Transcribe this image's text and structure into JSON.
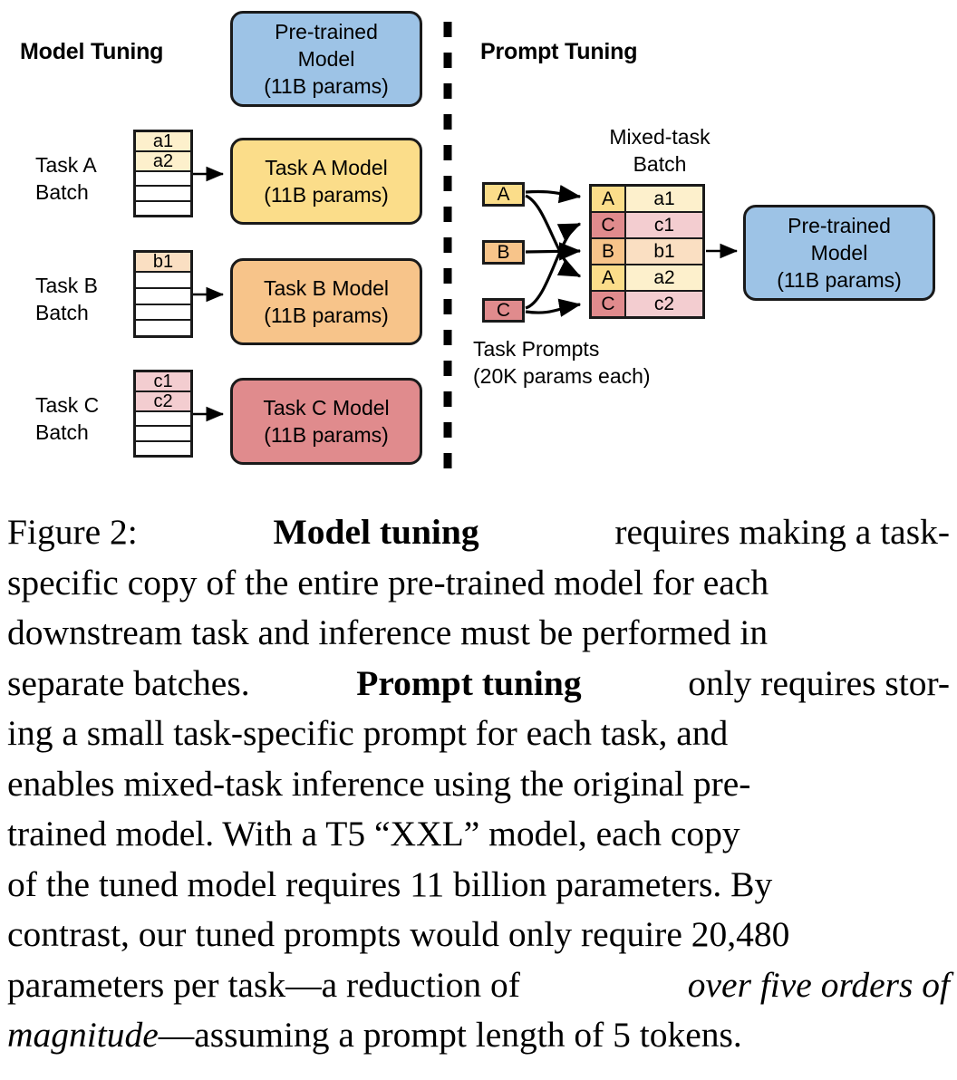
{
  "figure": {
    "left_panel": {
      "title": "Model Tuning",
      "pretrained_box": {
        "line1": "Pre-trained",
        "line2": "Model",
        "line3": "(11B params)",
        "color": "#9dc3e6"
      },
      "tasks": [
        {
          "batch_label_line1": "Task A",
          "batch_label_line2": "Batch",
          "filled_cells": [
            "a1",
            "a2"
          ],
          "empty_cells": 3,
          "cell_color": "#fdf0cc",
          "model_line1": "Task A Model",
          "model_line2": "(11B params)",
          "model_color": "#fbdd8a"
        },
        {
          "batch_label_line1": "Task B",
          "batch_label_line2": "Batch",
          "filled_cells": [
            "b1"
          ],
          "empty_cells": 4,
          "cell_color": "#fadfc2",
          "model_line1": "Task B Model",
          "model_line2": "(11B params)",
          "model_color": "#f7c48a"
        },
        {
          "batch_label_line1": "Task C",
          "batch_label_line2": "Batch",
          "filled_cells": [
            "c1",
            "c2"
          ],
          "empty_cells": 3,
          "cell_color": "#f3cdd0",
          "model_line1": "Task C Model",
          "model_line2": "(11B params)",
          "model_color": "#e08b8d"
        }
      ]
    },
    "right_panel": {
      "title": "Prompt Tuning",
      "mixed_batch_label_line1": "Mixed-task",
      "mixed_batch_label_line2": "Batch",
      "task_prompts_label_line1": "Task Prompts",
      "task_prompts_label_line2": "(20K params each)",
      "prompt_chips": [
        {
          "label": "A",
          "color": "#fbdd8a"
        },
        {
          "label": "B",
          "color": "#f7c48a"
        },
        {
          "label": "C",
          "color": "#e08b8d"
        }
      ],
      "mixed_rows": [
        {
          "tag": "A",
          "value": "a1",
          "tag_color": "#fbdd8a",
          "value_color": "#fdf0cc"
        },
        {
          "tag": "C",
          "value": "c1",
          "tag_color": "#e08b8d",
          "value_color": "#f3cdd0"
        },
        {
          "tag": "B",
          "value": "b1",
          "tag_color": "#f7c48a",
          "value_color": "#fadfc2"
        },
        {
          "tag": "A",
          "value": "a2",
          "tag_color": "#fbdd8a",
          "value_color": "#fdf0cc"
        },
        {
          "tag": "C",
          "value": "c2",
          "tag_color": "#e08b8d",
          "value_color": "#f3cdd0"
        }
      ],
      "pretrained_box": {
        "line1": "Pre-trained",
        "line2": "Model",
        "line3": "(11B params)",
        "color": "#9dc3e6"
      }
    }
  },
  "caption": {
    "line1_a": "Figure 2:",
    "line1_b": "Model tuning",
    "line1_c": "requires making a task-",
    "line2": "specific copy of the entire pre-trained model for each",
    "line3": "downstream task and inference must be performed in",
    "line4_a": "separate batches.",
    "line4_b": "Prompt tuning",
    "line4_c": "only requires stor-",
    "line5": "ing a small task-specific prompt for each task, and",
    "line6": "enables mixed-task inference using the original pre-",
    "line7": "trained model.  With a T5 “XXL” model, each copy",
    "line8": "of the tuned model requires 11 billion parameters. By",
    "line9": "contrast, our tuned prompts would only require 20,480",
    "line10_a": "parameters per task—a reduction of",
    "line10_b": "over five orders of",
    "line11_a": "magnitude",
    "line11_b": "—assuming a prompt length of 5 tokens."
  }
}
